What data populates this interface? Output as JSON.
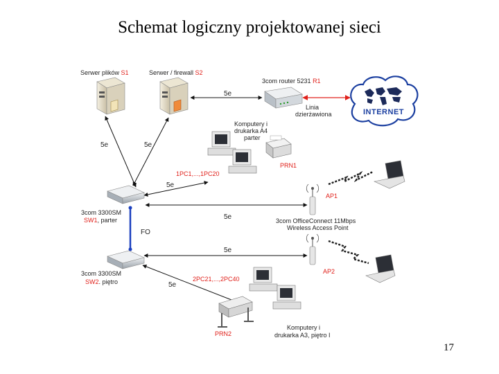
{
  "title": "Schemat logiczny projektowanej sieci",
  "page_number": "17",
  "nodes": {
    "s1": {
      "label": "Serwer plików",
      "code": "S1"
    },
    "s2": {
      "label": "Serwer / firewall",
      "code": "S2"
    },
    "r1": {
      "label": "3com router 5231",
      "code": "R1"
    },
    "internet": {
      "label": "INTERNET"
    },
    "leased_line": {
      "line1": "Linia",
      "line2": "dzierżawiona"
    },
    "pc_group1": {
      "line1": "Komputery i",
      "line2": "drukarka A4",
      "line3": "parter"
    },
    "prn1": {
      "code": "PRN1"
    },
    "pc1_range": {
      "code": "1PC1,...,1PC20"
    },
    "ap1": {
      "code": "AP1"
    },
    "ap_desc": {
      "line1": "3com OfficeConnect 11Mbps",
      "line2": "Wireless Access Point"
    },
    "ap2": {
      "code": "AP2"
    },
    "sw1": {
      "line1": "3com 3300SM",
      "code": "SW1",
      "suffix": ", parter"
    },
    "sw2": {
      "line1": "3com 3300SM",
      "code": "SW2",
      "suffix": ". piętro"
    },
    "pc2_range": {
      "code": "2PC21,...,2PC40"
    },
    "prn2": {
      "code": "PRN2"
    },
    "pc_group2": {
      "line1": "Komputery i",
      "line2": "drukarka A3, piętro I"
    }
  },
  "links": {
    "s1_sw1": "5e",
    "s2_sw1": "5e",
    "s2_r1": "5e",
    "sw1_pc1": "5e",
    "sw1_ap1": "5e",
    "sw1_sw2": "FO",
    "sw2_ap2": "5e",
    "sw2_pc2": "5e"
  },
  "colors": {
    "accent_red": "#e0201a",
    "fiber_blue": "#1a3fbf",
    "cloud_blue": "#1b3fa0"
  }
}
